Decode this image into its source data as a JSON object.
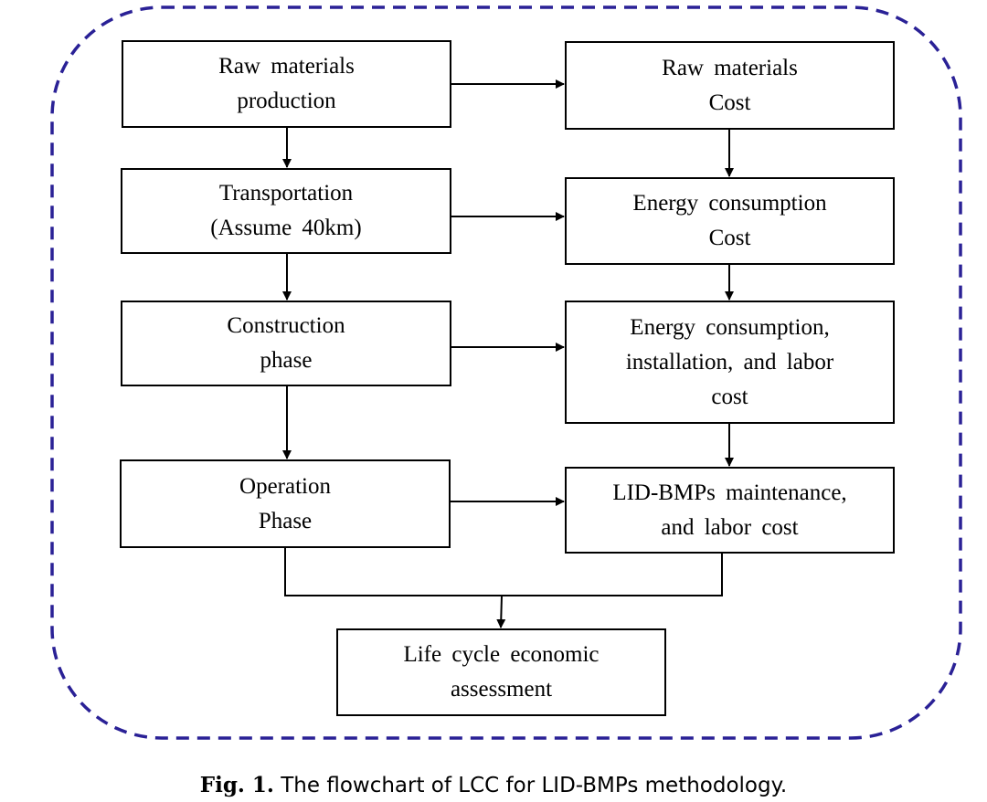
{
  "boxes": {
    "raw_production": [
      "Raw materials",
      "production"
    ],
    "raw_cost": [
      "Raw materials",
      "Cost"
    ],
    "transportation": [
      "Transportation",
      "(Assume 40km)"
    ],
    "energy_cost": [
      "Energy consumption",
      "Cost"
    ],
    "construction": [
      "Construction",
      "phase"
    ],
    "construction_cost": [
      "Energy consumption,",
      "installation, and labor",
      "cost"
    ],
    "operation": [
      "Operation",
      "Phase"
    ],
    "maintenance_cost": [
      "LID-BMPs maintenance,",
      "and labor cost"
    ],
    "assessment": [
      "Life cycle economic",
      "assessment"
    ]
  },
  "caption": {
    "label": "Fig. 1.",
    "text": "The flowchart of LCC for LID-BMPs methodology."
  },
  "colors": {
    "border_dashed": "#2a2196",
    "box_border": "#000000",
    "arrow": "#000000"
  }
}
